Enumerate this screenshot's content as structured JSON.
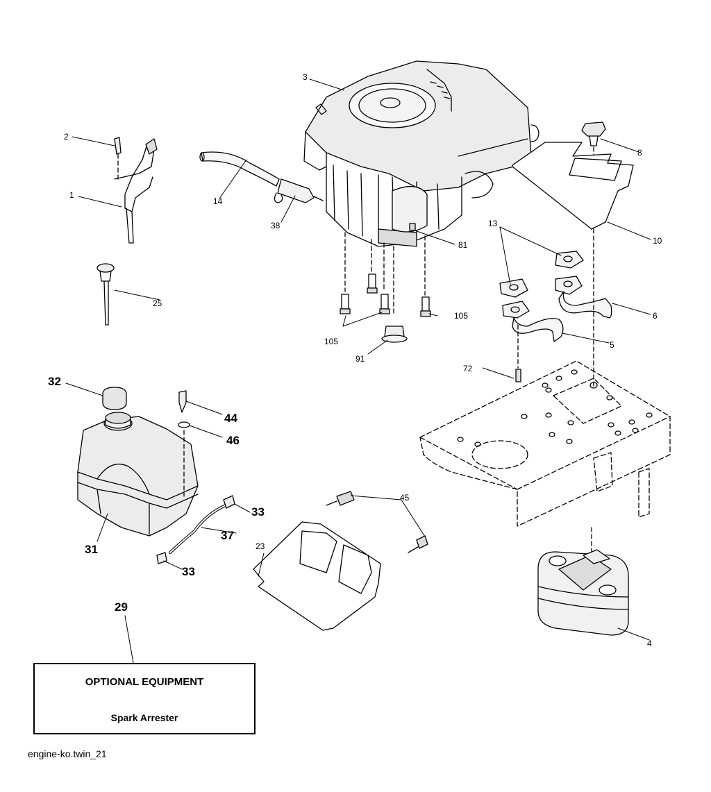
{
  "callouts": {
    "c1": "1",
    "c2": "2",
    "c3": "3",
    "c4": "4",
    "c5": "5",
    "c6": "6",
    "c8": "8",
    "c10": "10",
    "c13": "13",
    "c14": "14",
    "c23": "23",
    "c25": "25",
    "c29": "29",
    "c31": "31",
    "c32": "32",
    "c33a": "33",
    "c33b": "33",
    "c37": "37",
    "c38": "38",
    "c44": "44",
    "c45": "45",
    "c46": "46",
    "c72": "72",
    "c81": "81",
    "c91": "91",
    "c105a": "105",
    "c105b": "105"
  },
  "optional_box": {
    "title": "OPTIONAL EQUIPMENT",
    "item": "Spark Arrester"
  },
  "caption": "engine-ko.twin_21"
}
